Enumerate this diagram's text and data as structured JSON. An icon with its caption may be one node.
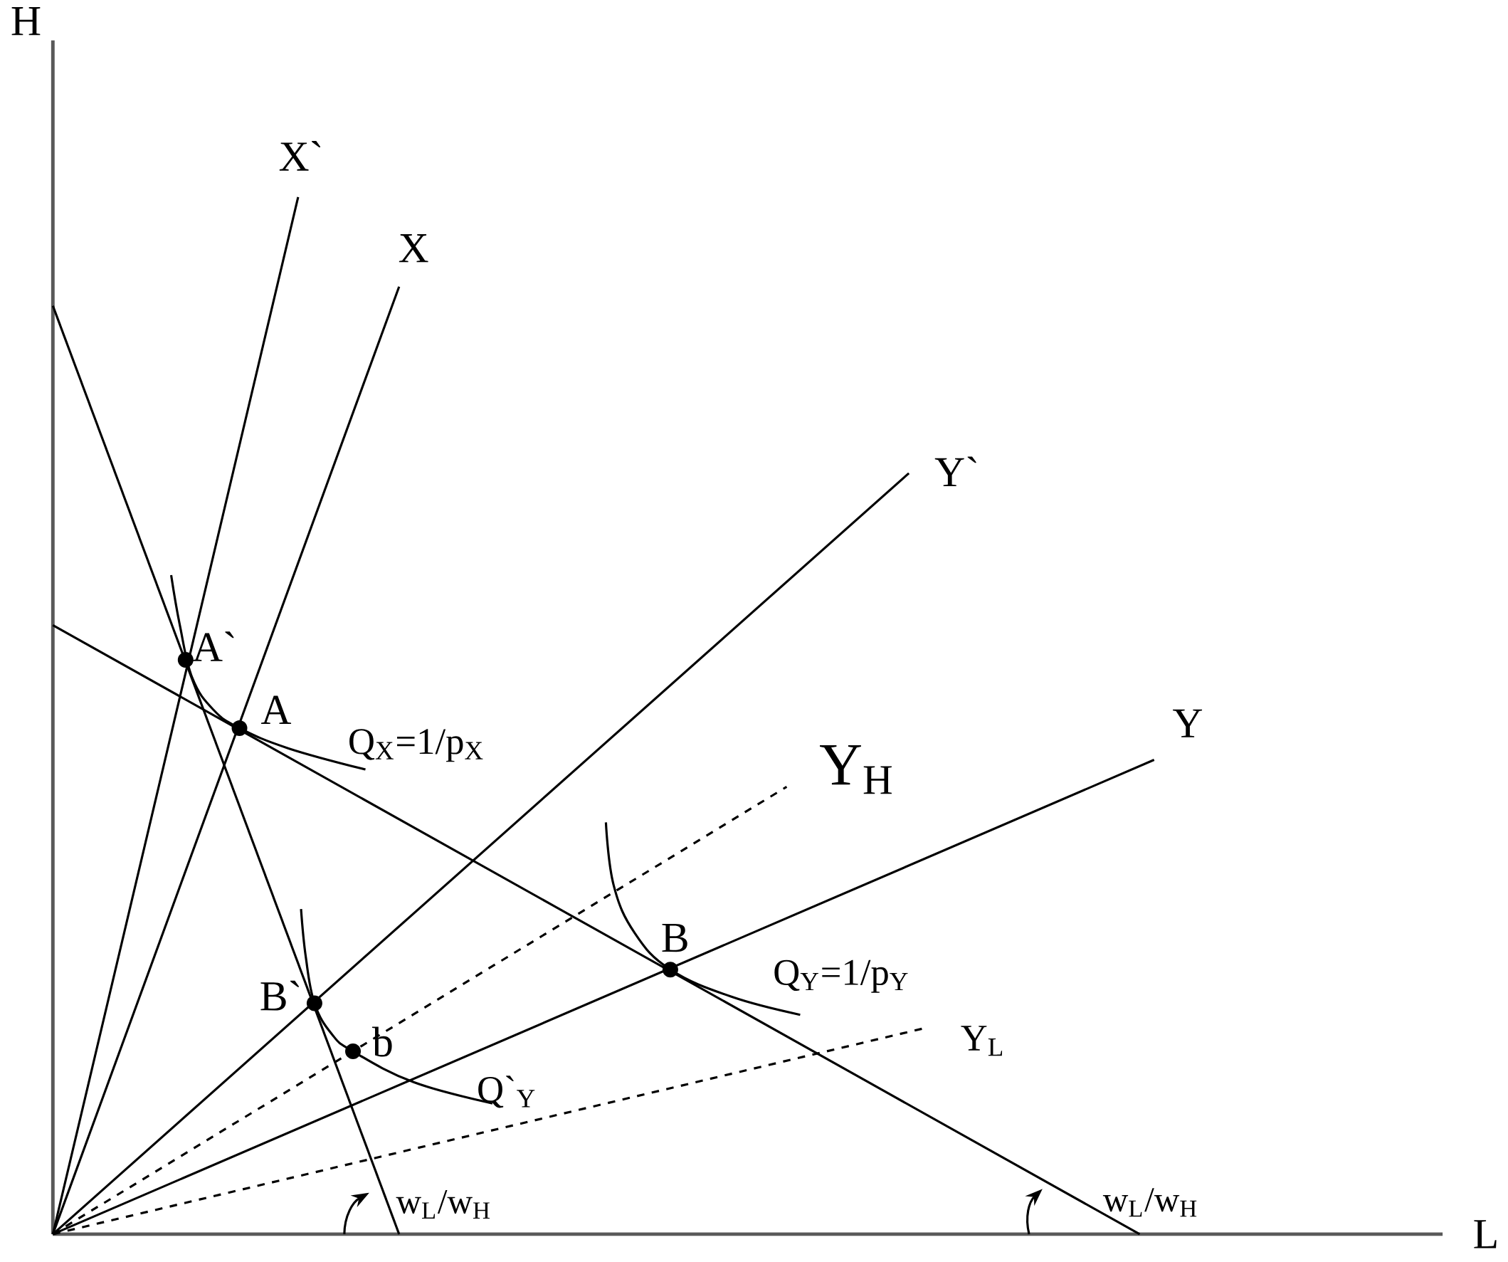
{
  "diagram": {
    "labels": [
      "H",
      "X`",
      "X",
      "Y`",
      "A`",
      "A",
      "Q$_{X}$=1/p$_{X}$",
      "Y",
      "Y$_{H}$",
      "B",
      "B`",
      "Q$_{Y}$=1/p$_{Y}$",
      "b",
      "Y$_{L}$",
      "Q`$_{Y}$",
      "w$_{L}$/w$_{H}$",
      "w$_{L}$/w$_{H}$",
      "L"
    ]
  }
}
